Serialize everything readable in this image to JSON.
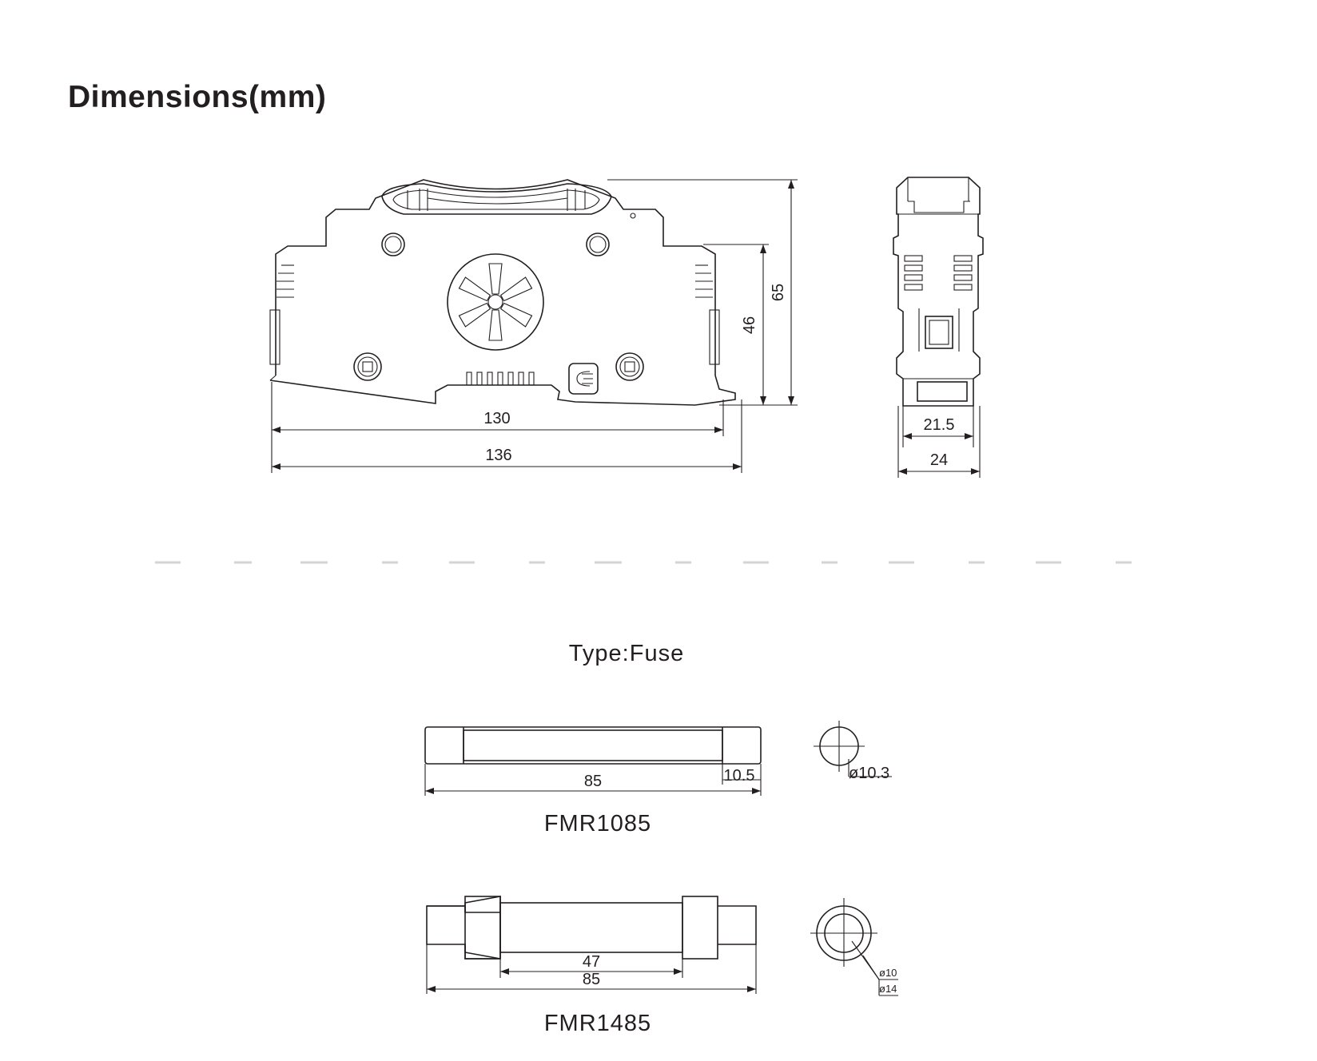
{
  "title": "Dimensions(mm)",
  "holder": {
    "front_view": {
      "width_inner": "130",
      "width_outer": "136",
      "height_inner": "46",
      "height_outer": "65"
    },
    "side_view": {
      "width_inner": "21.5",
      "width_outer": "24"
    }
  },
  "fuse_section": {
    "heading": "Type:Fuse",
    "fuses": [
      {
        "model": "FMR1085",
        "length": "85",
        "cap_length": "10.5",
        "diameter": "ø10.3"
      },
      {
        "model": "FMR1485",
        "length": "85",
        "body_length": "47",
        "inner_diameter": "ø10",
        "outer_diameter": "ø14"
      }
    ]
  },
  "colors": {
    "line": "#231f20",
    "separator": "#d4d4d4"
  },
  "icons": [
    "ce-mark-icon",
    "vent-icon"
  ]
}
